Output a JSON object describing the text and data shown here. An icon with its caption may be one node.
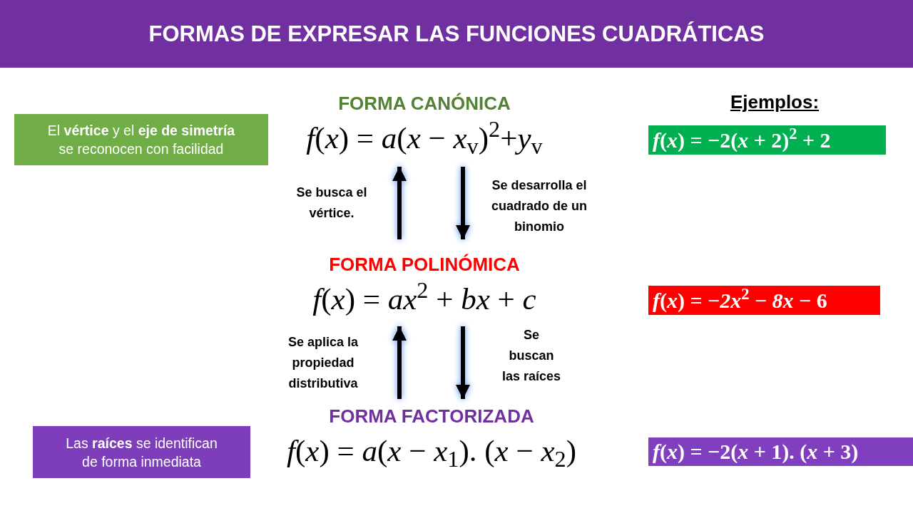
{
  "diagram": {
    "title": "FORMAS DE EXPRESAR LAS FUNCIONES CUADRÁTICAS",
    "nodes": [
      {
        "text": [
          "El **vértice** y el **eje de simetría** se reconocen con facilidad"
        ]
      },
      {
        "text": [
          "FORMA CANÓNICA",
          "*f*(*x*) = *a*(*x* − *x*$_{v}$)$^{2}$+*y*$_{v}$"
        ]
      },
      {
        "text": [
          "*f*(*x*) = −2(*x* + 2)$^{2}$ + 2"
        ]
      },
      {
        "text": [
          "FORMA POLINÓMICA",
          "*f*(*x*) = *ax*$^{2}$ + *bx* + *c*"
        ]
      },
      {
        "text": [
          "*f*(*x*) = −*2x*$^{2}$ − *8x* − 6"
        ]
      },
      {
        "text": [
          "Las **raíces** se identifican de forma inmediata"
        ]
      },
      {
        "text": [
          "FORMA FACTORIZADA",
          "*f*(*x*) = *a*(*x* − *x*$_{1}$). (*x* − *x*$_{2}$)"
        ]
      },
      {
        "text": [
          "*f*(*x*) = −2(*x* + 1). (*x* + 3)"
        ]
      }
    ],
    "edges": [
      {
        "from": 3,
        "to": 1,
        "arrow": "to",
        "label": "Se busca el vértice."
      },
      {
        "from": 1,
        "to": 3,
        "arrow": "to",
        "label": "Se desarrolla el cuadrado de un binomio"
      },
      {
        "from": 6,
        "to": 3,
        "arrow": "to",
        "label": "Se aplica la propiedad distributiva"
      },
      {
        "from": 3,
        "to": 6,
        "arrow": "to",
        "label": "Se buscan las raíces"
      }
    ],
    "labels": [
      "Ejemplos:"
    ]
  }
}
